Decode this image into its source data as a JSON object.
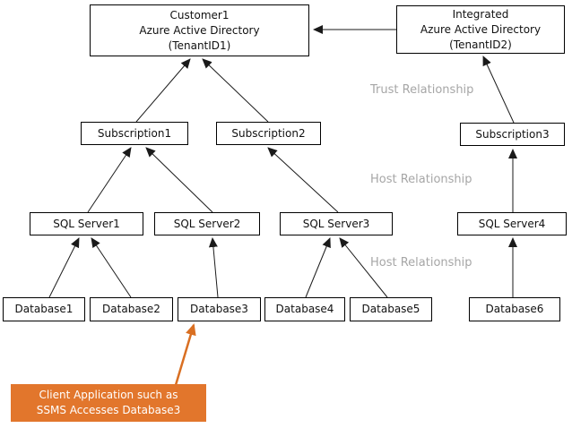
{
  "nodes": {
    "customer_aad": {
      "line1": "Customer1",
      "line2": "Azure Active Directory",
      "line3": "(TenantID1)"
    },
    "integrated_aad": {
      "line1": "Integrated",
      "line2": "Azure Active Directory",
      "line3": "(TenantID2)"
    },
    "subscription1": "Subscription1",
    "subscription2": "Subscription2",
    "subscription3": "Subscription3",
    "sqlserver1": "SQL Server1",
    "sqlserver2": "SQL Server2",
    "sqlserver3": "SQL Server3",
    "sqlserver4": "SQL Server4",
    "database1": "Database1",
    "database2": "Database2",
    "database3": "Database3",
    "database4": "Database4",
    "database5": "Database5",
    "database6": "Database6"
  },
  "relationship_labels": {
    "trust": "Trust Relationship",
    "host_upper": "Host Relationship",
    "host_lower": "Host Relationship"
  },
  "callout": {
    "line1": "Client Application such as",
    "line2": "SSMS Accesses Database3"
  },
  "edges": [
    {
      "from": "integrated_aad",
      "to": "customer_aad"
    },
    {
      "from": "subscription1",
      "to": "customer_aad"
    },
    {
      "from": "subscription2",
      "to": "customer_aad"
    },
    {
      "from": "subscription3",
      "to": "integrated_aad"
    },
    {
      "from": "sqlserver1",
      "to": "subscription1"
    },
    {
      "from": "sqlserver2",
      "to": "subscription1"
    },
    {
      "from": "sqlserver3",
      "to": "subscription2"
    },
    {
      "from": "sqlserver4",
      "to": "subscription3"
    },
    {
      "from": "database1",
      "to": "sqlserver1"
    },
    {
      "from": "database2",
      "to": "sqlserver1"
    },
    {
      "from": "database3",
      "to": "sqlserver2"
    },
    {
      "from": "database4",
      "to": "sqlserver3"
    },
    {
      "from": "database5",
      "to": "sqlserver3"
    },
    {
      "from": "database6",
      "to": "sqlserver4"
    },
    {
      "from": "callout",
      "to": "database3"
    }
  ],
  "colors": {
    "background": "#ffffff",
    "box_border": "#000000",
    "box_text": "#111111",
    "arrow": "#1a1a1a",
    "relationship_label": "#a6a6a6",
    "callout_bg": "#e2762c",
    "callout_text": "#ffffff",
    "callout_arrow": "#d96f22"
  }
}
